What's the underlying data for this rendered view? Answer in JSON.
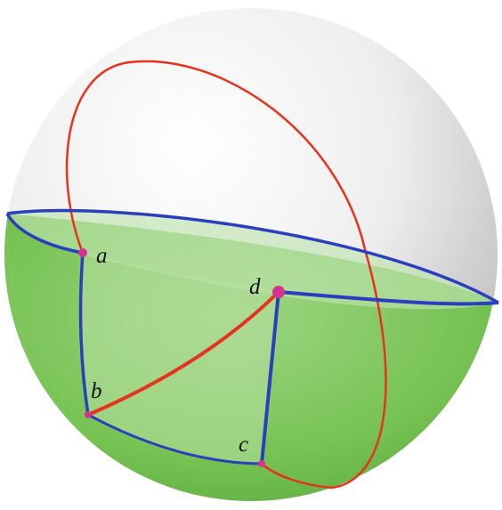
{
  "diagram": {
    "points": [
      {
        "id": "a",
        "label": "a"
      },
      {
        "id": "b",
        "label": "b"
      },
      {
        "id": "c",
        "label": "c"
      },
      {
        "id": "d",
        "label": "d"
      }
    ],
    "colors": {
      "sphere_light": "#ffffff",
      "sphere_shade": "#c9c9c9",
      "green_fill": "#6fbf4e",
      "green_light": "#a8d890",
      "blue_line": "#2a3fc0",
      "red_line": "#e8321e",
      "point": "#d4338f"
    }
  }
}
